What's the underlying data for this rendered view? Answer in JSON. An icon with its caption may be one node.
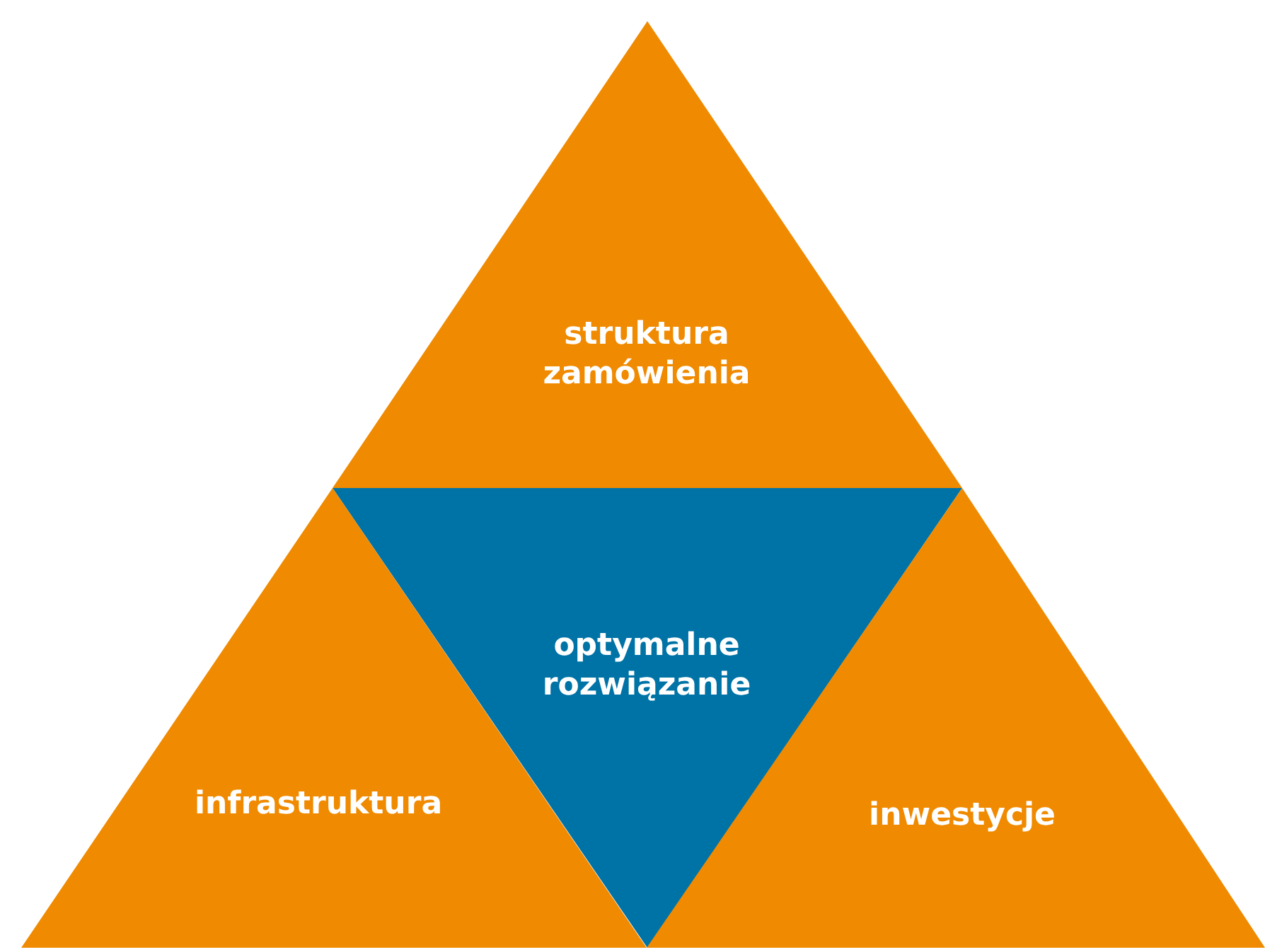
{
  "diagram": {
    "nodes": [
      {
        "text": [
          "struktura zamówienia"
        ]
      },
      {
        "text": [
          "optymalne rozwiązanie"
        ]
      },
      {
        "text": [
          "infrastruktura"
        ]
      },
      {
        "text": [
          "inwestycje"
        ]
      }
    ]
  }
}
